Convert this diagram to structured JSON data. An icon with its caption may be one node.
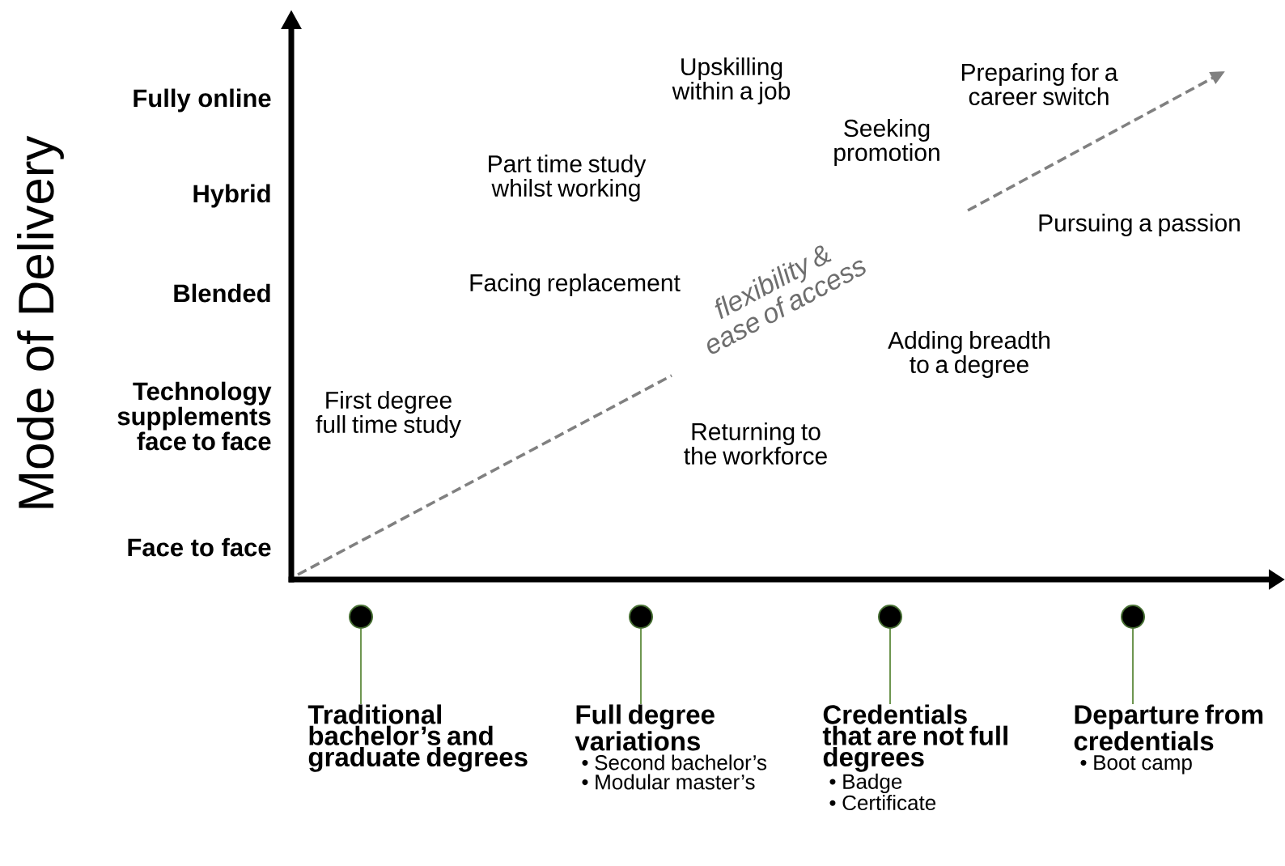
{
  "diagram": {
    "nodes": [
      {
        "text": [],
        "shape": "circle"
      },
      {
        "text": [
          "Traditional bachelor’s and graduate degrees"
        ]
      },
      {
        "text": [],
        "shape": "circle"
      },
      {
        "text": [
          "Full degree variations",
          "• Second bachelor’s",
          "• Modular master’s"
        ]
      },
      {
        "text": [],
        "shape": "circle"
      },
      {
        "text": [
          "Credentials that are not full degrees",
          "• Badge",
          "• Certificate"
        ]
      },
      {
        "text": [],
        "shape": "circle"
      },
      {
        "text": [
          "Departure from credentials",
          "• Boot camp"
        ]
      }
    ],
    "edges": [
      {
        "from": 0,
        "to": 1,
        "arrow": "none"
      },
      {
        "from": 2,
        "to": 3,
        "arrow": "none"
      },
      {
        "from": 4,
        "to": 5,
        "arrow": "none"
      },
      {
        "from": 6,
        "to": 7,
        "arrow": "none"
      }
    ],
    "labels": [
      "Mode of Delivery",
      "Fully online",
      "Hybrid",
      "Blended",
      "Technology supplements face to face",
      "Face to face",
      "Upskilling within a job",
      "Preparing for a career switch",
      "Seeking promotion",
      "Part time study whilst working",
      "Pursuing a passion",
      "Facing replacement",
      "flexibility & ease of access",
      "Adding breadth to a degree",
      "First degree full time study",
      "Returning to the workforce"
    ]
  }
}
